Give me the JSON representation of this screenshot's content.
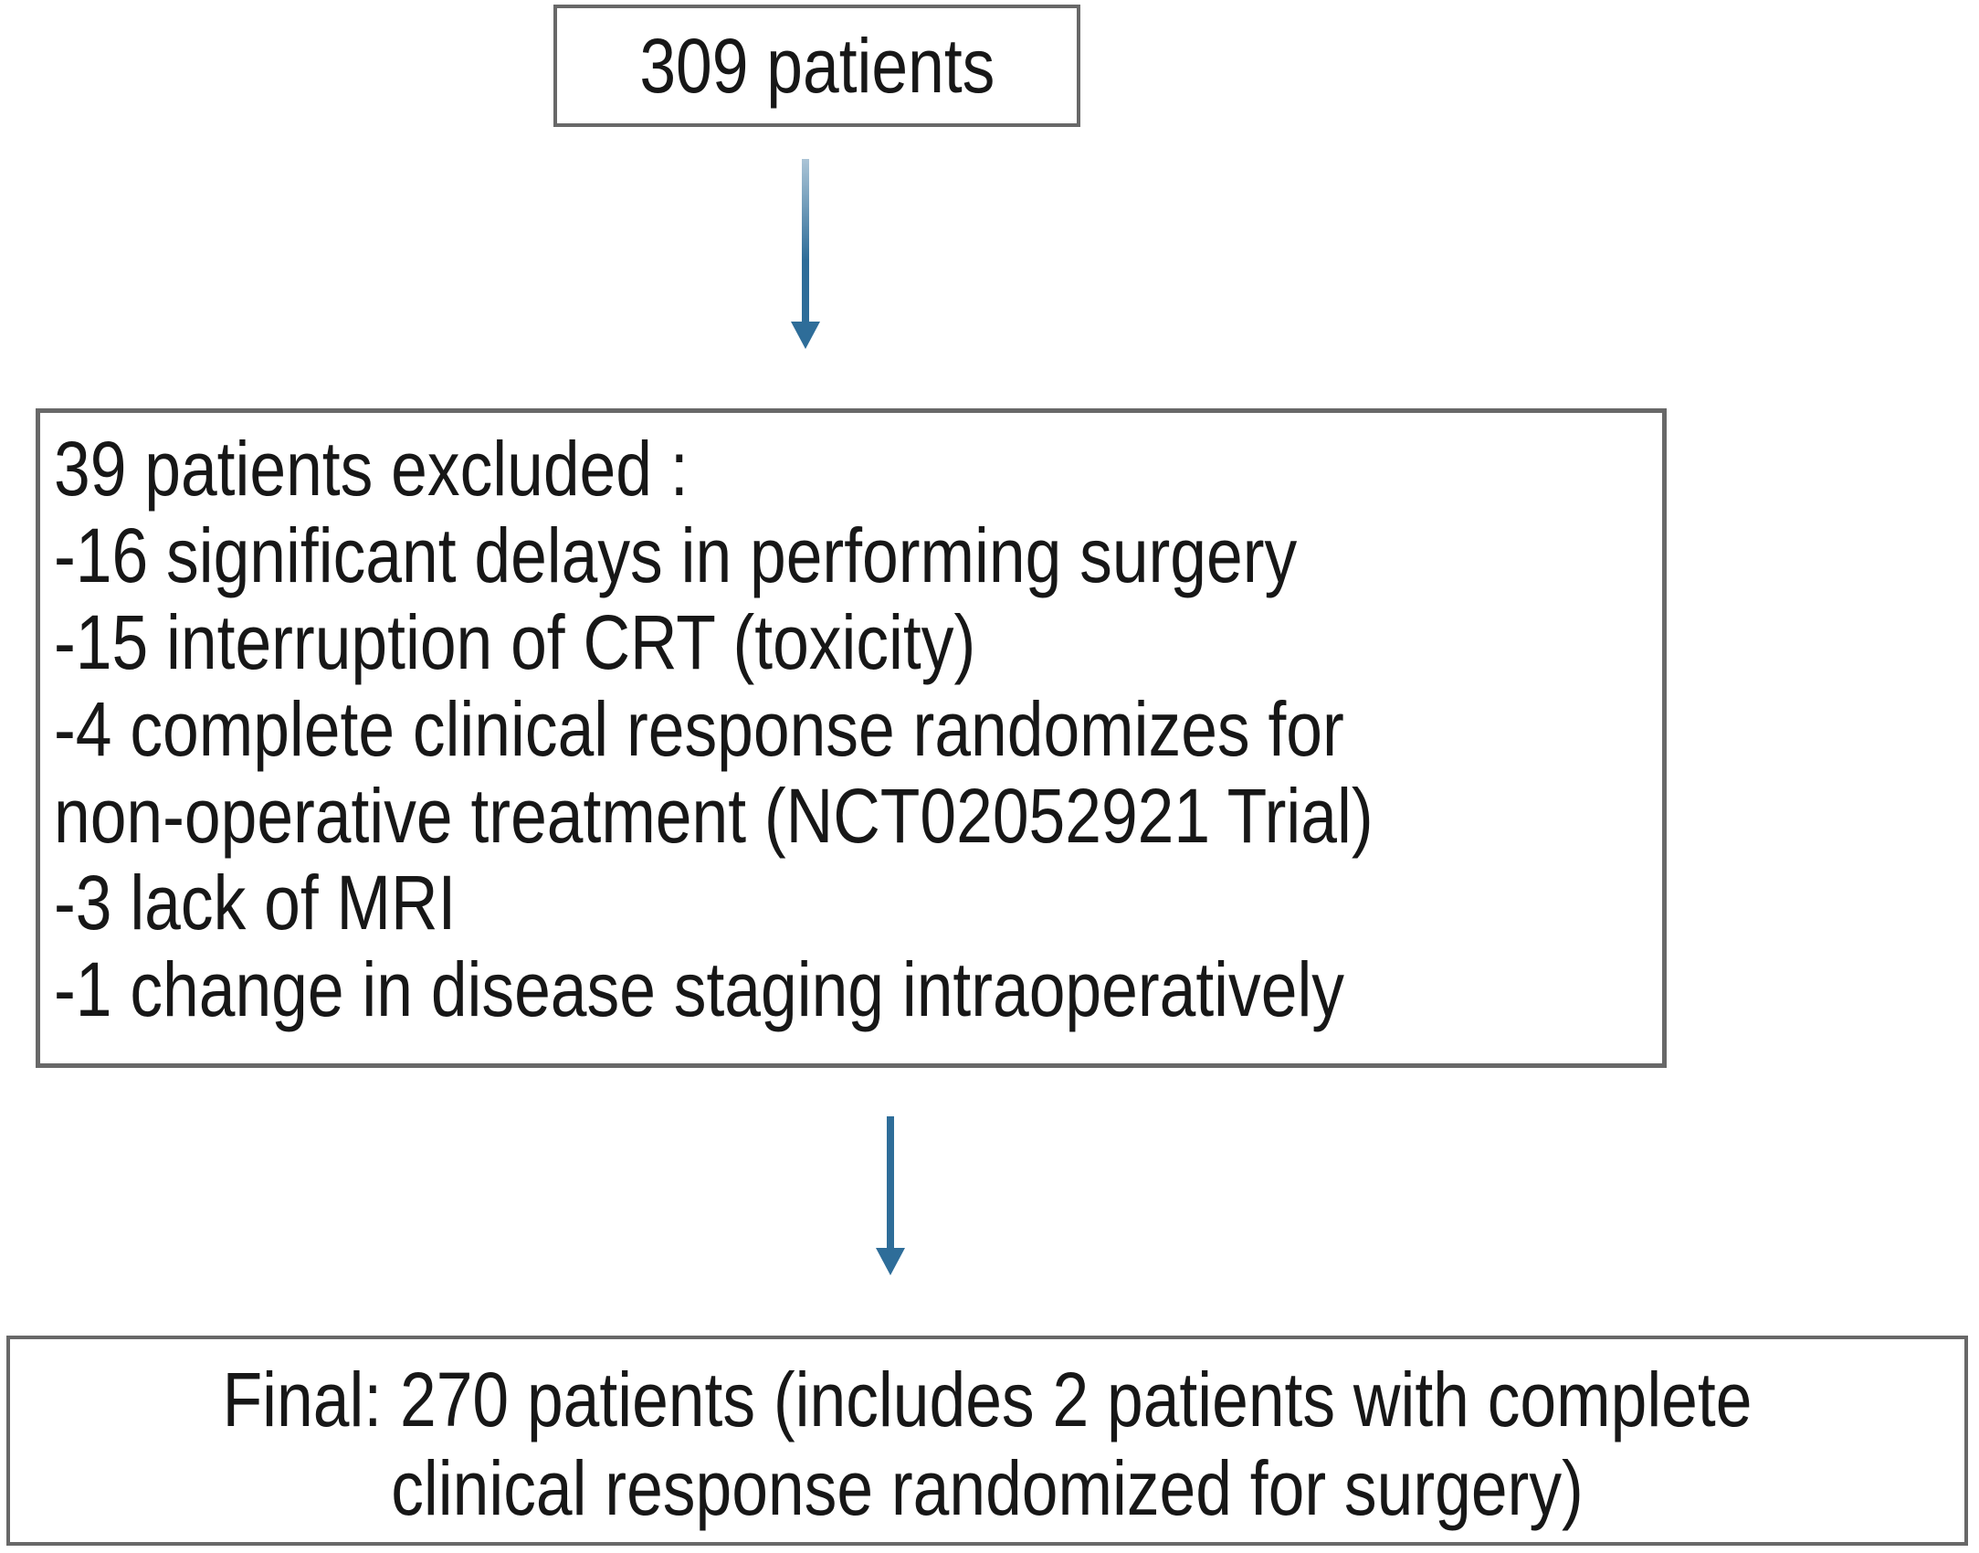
{
  "diagram": {
    "top_box": {
      "text": "309 patients"
    },
    "exclusion_box": {
      "lines": [
        "39 patients excluded :",
        "-16 significant delays in performing surgery",
        "-15 interruption of CRT (toxicity)",
        "-4 complete clinical response randomizes for",
        "non-operative treatment (NCT02052921 Trial)",
        "-3 lack of MRI",
        "-1 change in disease staging intraoperatively"
      ]
    },
    "final_box": {
      "lines": [
        "Final: 270 patients (includes 2 patients with complete",
        "clinical response randomized for surgery)"
      ]
    },
    "colors": {
      "arrow": "#2e6d99",
      "box_border": "#686868",
      "text": "#171717",
      "background": "#ffffff"
    }
  }
}
